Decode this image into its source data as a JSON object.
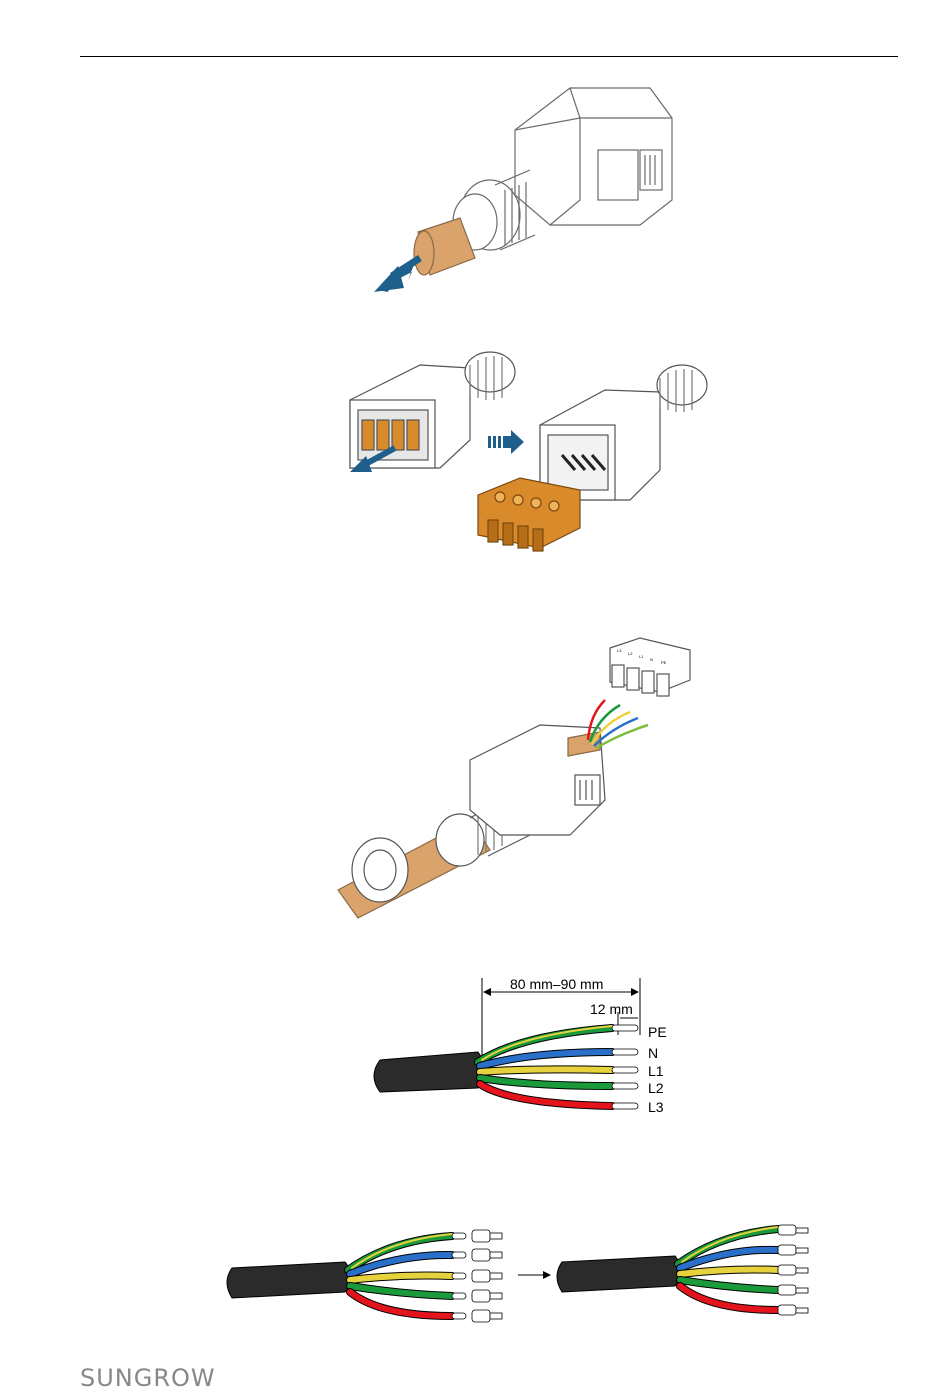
{
  "diagram_labels": {
    "dim_overall": "80 mm–90 mm",
    "dim_strip": "12 mm",
    "wire_pe": "PE",
    "wire_n": "N",
    "wire_l1": "L1",
    "wire_l2": "L2",
    "wire_l3": "L3",
    "terminal_marks": [
      "L3",
      "L2",
      "L1",
      "N",
      "PE"
    ]
  },
  "colors": {
    "cable_sleeve": "#d9a36b",
    "terminal_orange": "#d98a2b",
    "arrow_blue": "#1f5f8b",
    "wire_green": "#1a9a3a",
    "wire_blue": "#2a6fc9",
    "wire_yellow": "#e6d23c",
    "wire_red": "#e3141b",
    "cable_black": "#2b2b2b"
  },
  "brand": {
    "logo_text": "SUNGROW"
  }
}
